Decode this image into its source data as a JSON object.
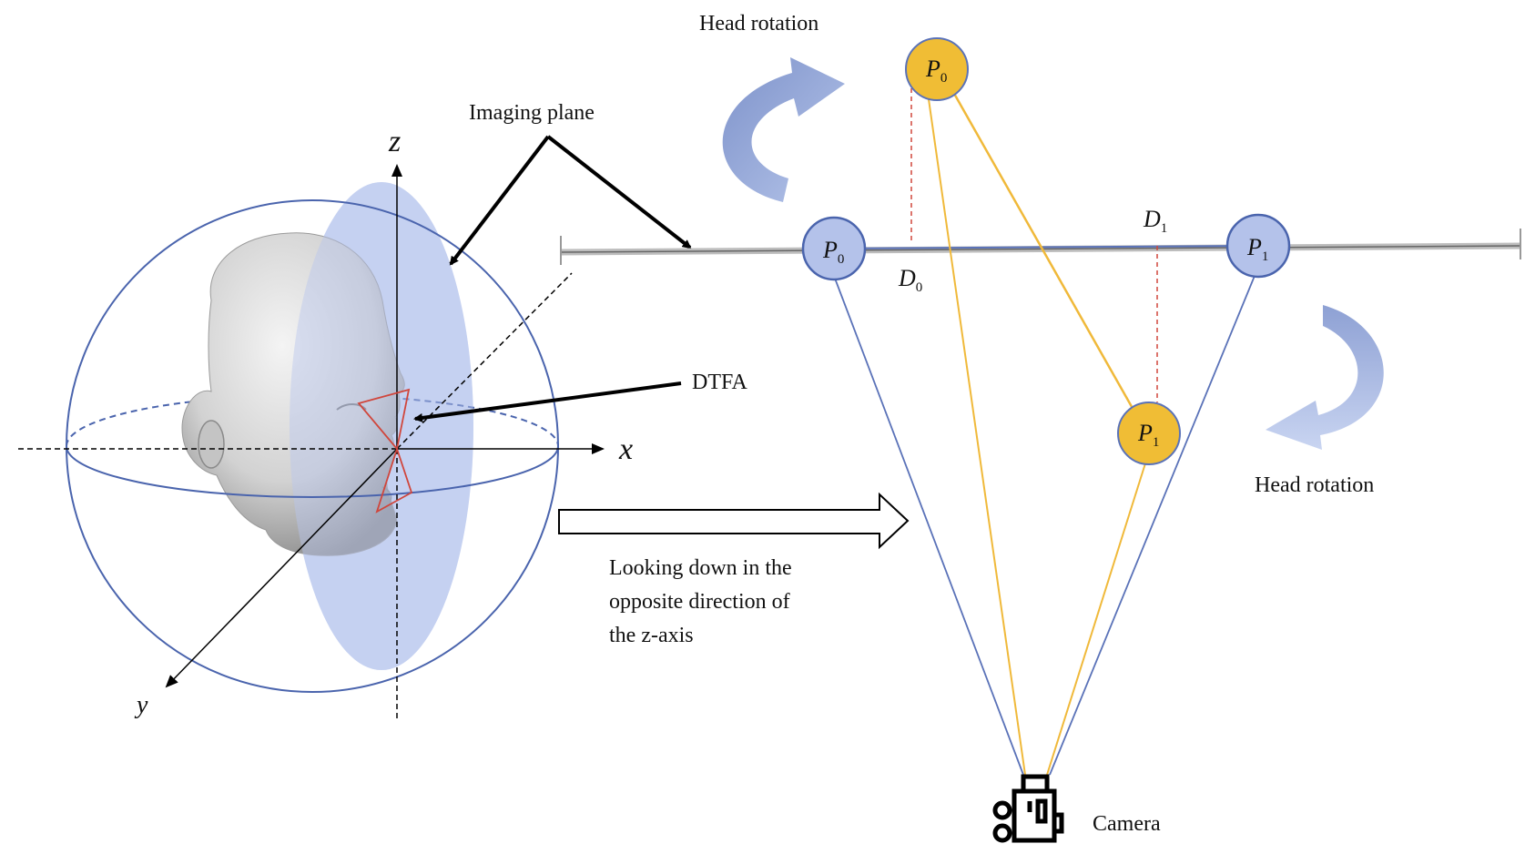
{
  "labels": {
    "head_rotation_top": "Head rotation",
    "head_rotation_right": "Head rotation",
    "imaging_plane": "Imaging plane",
    "dtfa": "DTFA",
    "camera": "Camera",
    "looking_line1": "Looking down in the",
    "looking_line2": "opposite direction of",
    "looking_line3": "the z-axis"
  },
  "axes": {
    "x": "x",
    "y": "y",
    "z": "z"
  },
  "points": {
    "p0_top": {
      "main": "P",
      "sub": "0"
    },
    "p0_plane": {
      "main": "P",
      "sub": "0"
    },
    "p1_plane": {
      "main": "P",
      "sub": "1"
    },
    "p1_lower": {
      "main": "P",
      "sub": "1"
    },
    "d0": {
      "main": "D",
      "sub": "0"
    },
    "d1": {
      "main": "D",
      "sub": "1"
    }
  },
  "colors": {
    "sphere_line": "#4a64ad",
    "plane_fill": "#c8d4f2",
    "blue_point": "#b4c2ea",
    "gold_point": "#f0bd35",
    "gold_line": "#f0b93a",
    "blue_line": "#5a72b8",
    "red_dash": "#d0463c",
    "rotation_arrow": "#8fa5dc"
  }
}
